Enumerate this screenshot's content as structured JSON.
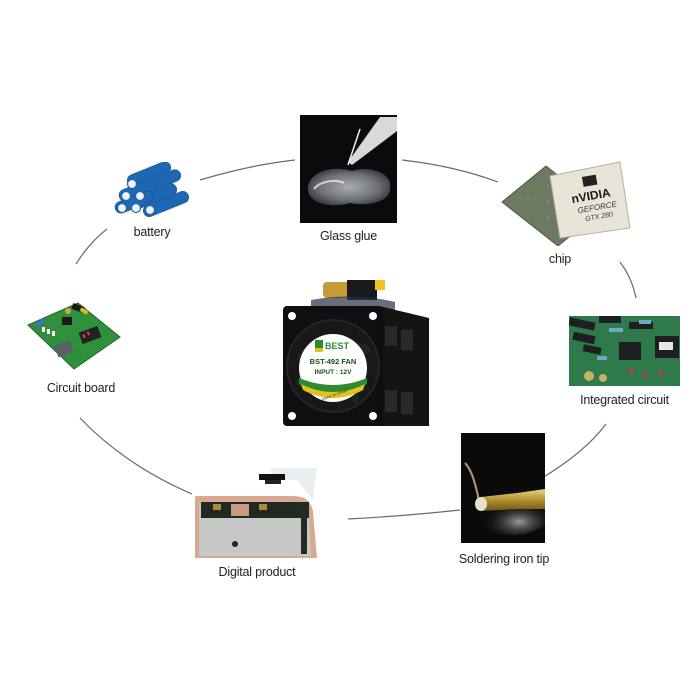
{
  "center_product": {
    "name": "cooling-fan",
    "label_brand": "BEST",
    "label_model": "BST-492 FAN",
    "label_input": "INPUT : 12V",
    "label_origin": "MADE IN CHINA",
    "colors": {
      "body": "#121212",
      "label_green": "#2e8b2e",
      "label_yellow": "#e2c21c"
    }
  },
  "applications": [
    {
      "id": "battery",
      "label": "battery"
    },
    {
      "id": "glass-glue",
      "label": "Glass glue"
    },
    {
      "id": "chip",
      "label": "chip",
      "chip_brand": "nVIDIA",
      "chip_line1": "GEFORCE",
      "chip_line2": "GTX 280"
    },
    {
      "id": "integrated-circuit",
      "label": "Integrated circuit"
    },
    {
      "id": "soldering-iron-tip",
      "label": "Soldering iron tip"
    },
    {
      "id": "digital-product",
      "label": "Digital product"
    },
    {
      "id": "circuit-board",
      "label": "Circuit board"
    }
  ]
}
